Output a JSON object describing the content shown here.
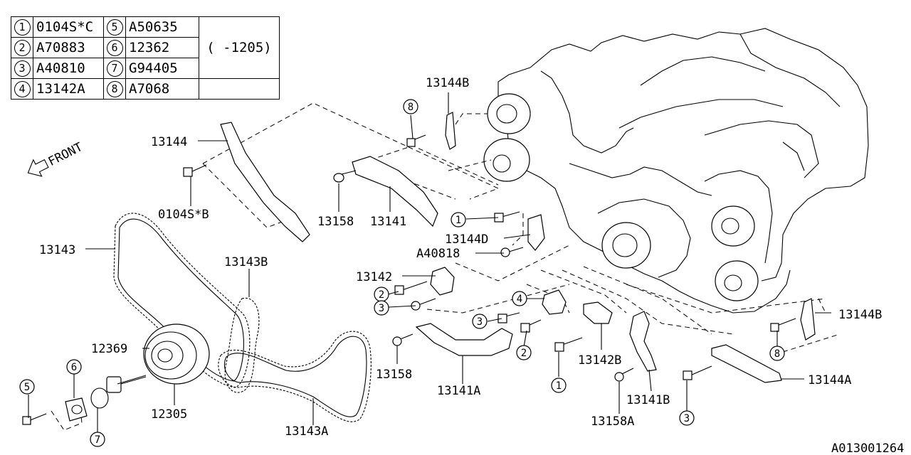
{
  "legend": {
    "rows": [
      {
        "n1": "1",
        "c1": "0104S*C",
        "n2": "5",
        "c2": "A50635"
      },
      {
        "n1": "2",
        "c1": "A70883",
        "n2": "6",
        "c2": "12362"
      },
      {
        "n1": "3",
        "c1": "A40810",
        "n2": "7",
        "c2": "G94405"
      },
      {
        "n1": "4",
        "c1": "13142A",
        "n2": "8",
        "c2": "A7068"
      }
    ],
    "note": "( -1205)"
  },
  "front_label": "FRONT",
  "callouts": {
    "p13144": "13144",
    "p0104SB": "0104S*B",
    "p13144B_top": "13144B",
    "p13158_top": "13158",
    "p13141": "13141",
    "p13144D": "13144D",
    "pA40818": "A40818",
    "p13143": "13143",
    "p13143B": "13143B",
    "p13142": "13142",
    "p13144B_right": "13144B",
    "p12369": "12369",
    "p13158_left": "13158",
    "p13141A": "13141A",
    "p13142B": "13142B",
    "p13144A": "13144A",
    "p12305": "12305",
    "p13141B": "13141B",
    "p13158A": "13158A",
    "p13143A": "13143A",
    "diagram_id": "A013001264"
  },
  "circled": {
    "c8a": "8",
    "c1a": "1",
    "c2a": "2",
    "c3a": "3",
    "c4": "4",
    "c3b": "3",
    "c2b": "2",
    "c8b": "8",
    "c6": "6",
    "c5": "5",
    "c7": "7",
    "c1b": "1",
    "c3c": "3"
  }
}
